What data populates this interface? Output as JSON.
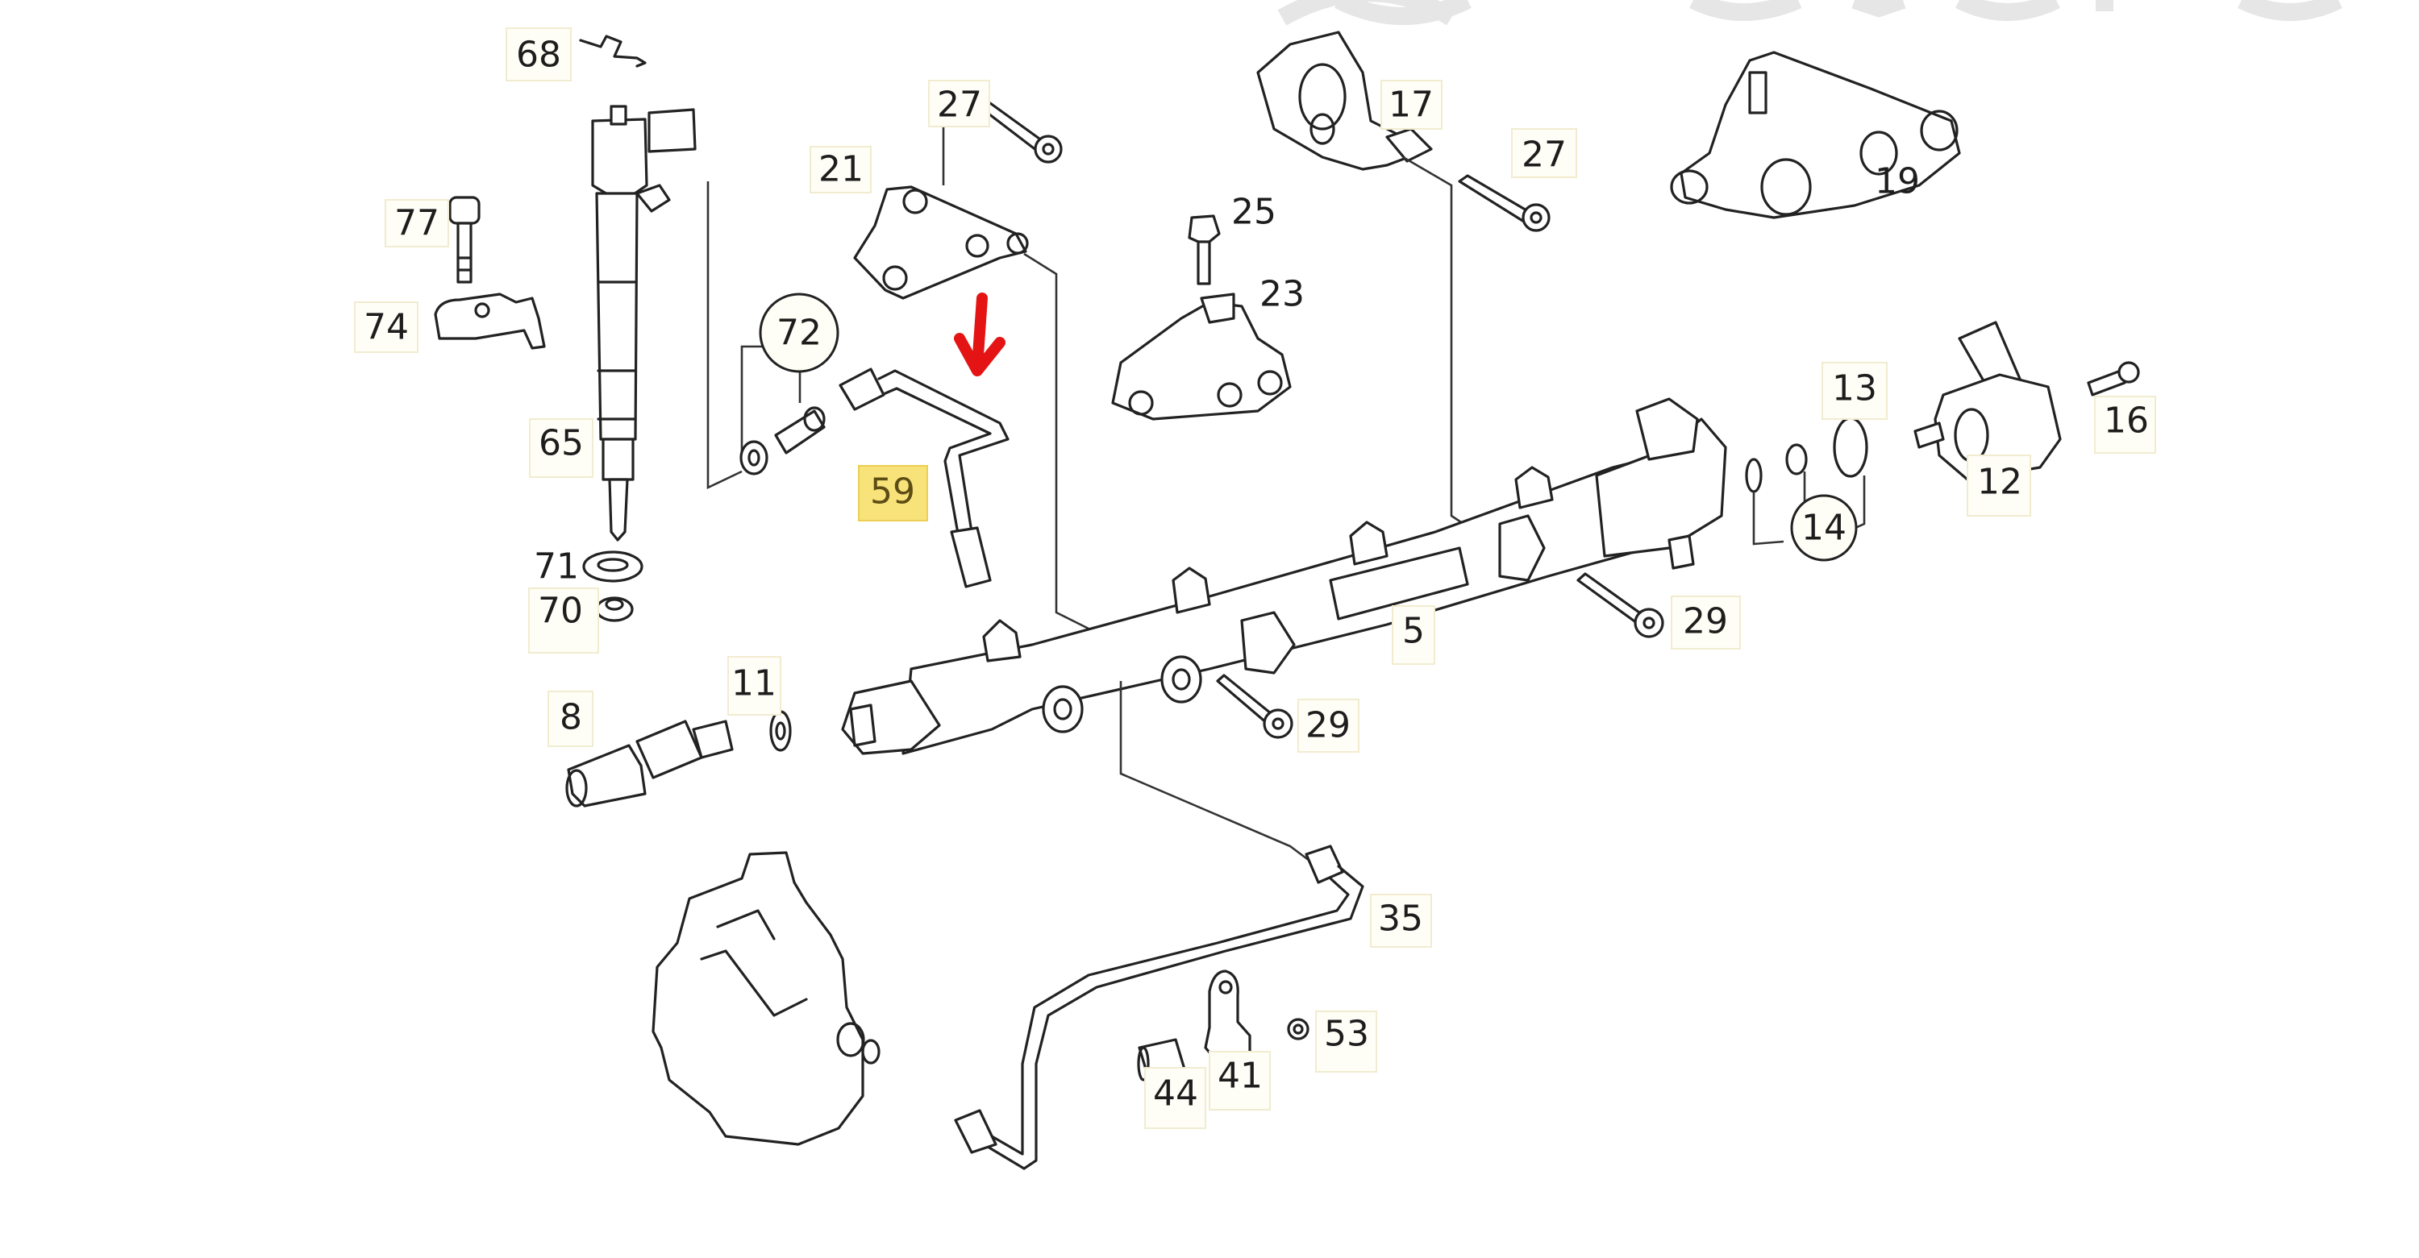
{
  "diagram": {
    "title": "Fuel injection rail exploded parts diagram",
    "highlighted_part": "59",
    "highlight_color": "#f8e27a",
    "arrow_color": "#e41414",
    "callouts": [
      {
        "id": "68",
        "label": "68",
        "style": "box"
      },
      {
        "id": "77",
        "label": "77",
        "style": "box"
      },
      {
        "id": "74",
        "label": "74",
        "style": "box"
      },
      {
        "id": "65",
        "label": "65",
        "style": "box"
      },
      {
        "id": "71",
        "label": "71",
        "style": "plain"
      },
      {
        "id": "70",
        "label": "70",
        "style": "box"
      },
      {
        "id": "72",
        "label": "72",
        "style": "circle"
      },
      {
        "id": "59",
        "label": "59",
        "style": "highlight"
      },
      {
        "id": "21",
        "label": "21",
        "style": "box"
      },
      {
        "id": "27a",
        "label": "27",
        "style": "box"
      },
      {
        "id": "17",
        "label": "17",
        "style": "box"
      },
      {
        "id": "27b",
        "label": "27",
        "style": "box"
      },
      {
        "id": "25",
        "label": "25",
        "style": "plain"
      },
      {
        "id": "23",
        "label": "23",
        "style": "plain"
      },
      {
        "id": "19",
        "label": "19",
        "style": "plain"
      },
      {
        "id": "13",
        "label": "13",
        "style": "box"
      },
      {
        "id": "14",
        "label": "14",
        "style": "circle"
      },
      {
        "id": "12",
        "label": "12",
        "style": "box"
      },
      {
        "id": "16",
        "label": "16",
        "style": "box"
      },
      {
        "id": "5",
        "label": "5",
        "style": "box"
      },
      {
        "id": "29a",
        "label": "29",
        "style": "box"
      },
      {
        "id": "29b",
        "label": "29",
        "style": "box"
      },
      {
        "id": "8",
        "label": "8",
        "style": "box"
      },
      {
        "id": "11",
        "label": "11",
        "style": "box"
      },
      {
        "id": "35",
        "label": "35",
        "style": "box"
      },
      {
        "id": "53",
        "label": "53",
        "style": "box"
      },
      {
        "id": "44",
        "label": "44",
        "style": "box"
      },
      {
        "id": "41",
        "label": "41",
        "style": "box"
      }
    ]
  }
}
